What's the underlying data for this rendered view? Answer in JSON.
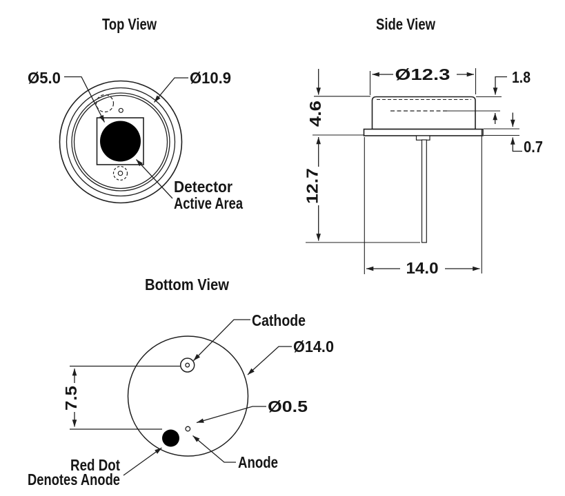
{
  "background": "#ffffff",
  "line_color": "#1f1f1f",
  "top_view": {
    "title": "Top View",
    "lens_diameter": "Ø5.0",
    "window_diameter": "Ø10.9",
    "active_area_label_line1": "Detector",
    "active_area_label_line2": "Active Area"
  },
  "side_view": {
    "title": "Side View",
    "cap_diameter": "Ø12.3",
    "cap_to_detector": "1.8",
    "cap_height": "4.6",
    "lead_length": "12.7",
    "flange_thickness": "0.7",
    "flange_diameter": "14.0"
  },
  "bottom_view": {
    "title": "Bottom View",
    "cathode_label": "Cathode",
    "flange_diameter": "Ø14.0",
    "lead_diameter": "Ø0.5",
    "anode_label": "Anode",
    "red_dot_line1": "Red Dot",
    "red_dot_line2": "Denotes Anode",
    "pin_spacing": "7.5"
  }
}
